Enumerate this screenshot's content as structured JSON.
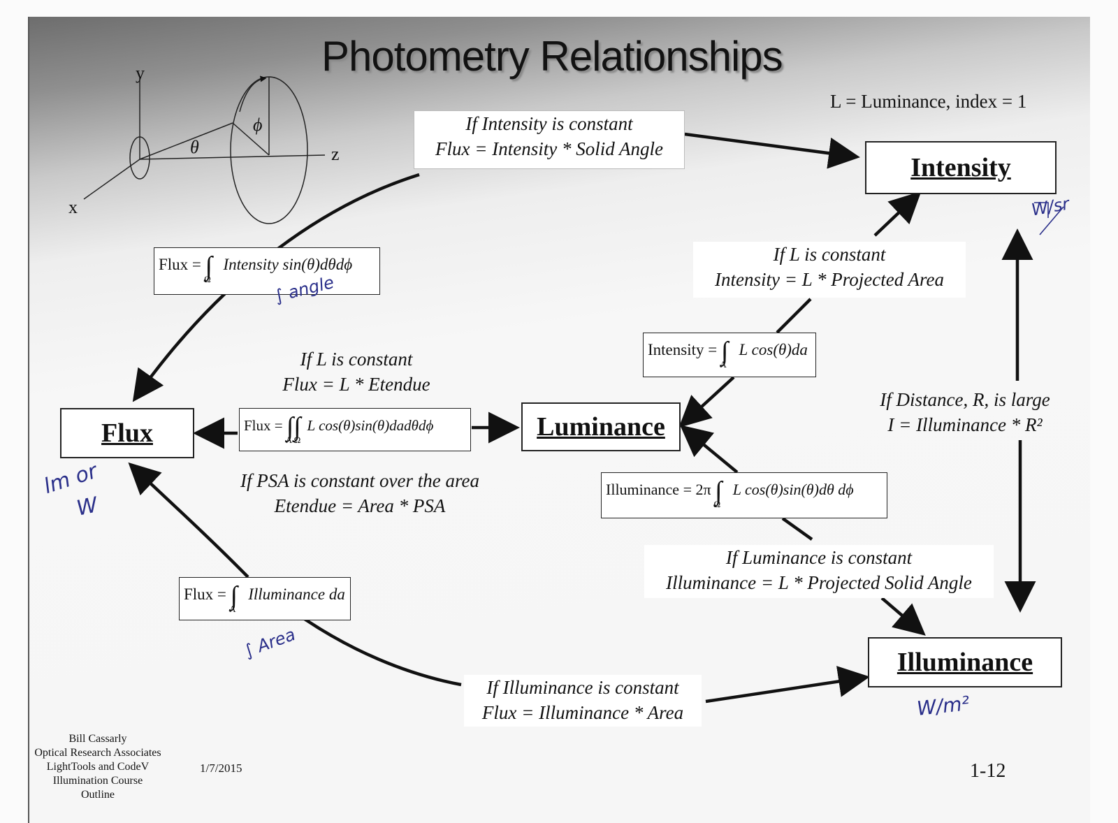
{
  "title": "Photometry Relationships",
  "legend": "L = Luminance, index = 1",
  "nodes": {
    "intensity": "Intensity",
    "flux": "Flux",
    "luminance": "Luminance",
    "illuminance": "Illuminance"
  },
  "notes": {
    "intensity_constant": [
      "If Intensity is constant",
      "Flux = Intensity * Solid Angle"
    ],
    "l_constant_intensity": [
      "If L is constant",
      "Intensity = L * Projected Area"
    ],
    "l_constant_flux": [
      "If L is constant",
      "Flux = L * Etendue"
    ],
    "psa_constant": [
      "If PSA is constant over the area",
      "Etendue = Area * PSA"
    ],
    "distance_large": [
      "If Distance, R, is large",
      "I = Illuminance * R²"
    ],
    "luminance_constant": [
      "If Luminance is constant",
      "Illuminance = L * Projected Solid Angle"
    ],
    "illuminance_constant": [
      "If Illuminance is constant",
      "Flux = Illuminance * Area"
    ]
  },
  "equations": {
    "flux_intensity": {
      "lhs": "Flux =",
      "body": "Intensity sin(θ)dθdϕ",
      "sub": "Ω"
    },
    "intensity_l": {
      "lhs": "Intensity =",
      "body": "L cos(θ)da",
      "sub": "A"
    },
    "flux_l": {
      "lhs": "Flux =",
      "body": "L cos(θ)sin(θ)dadθdϕ",
      "sub": "A Ω"
    },
    "illuminance_l": {
      "lhs": "Illuminance = 2π",
      "body": "L cos(θ)sin(θ)dθ  dϕ",
      "sub": "Ω"
    },
    "flux_illuminance": {
      "lhs": "Flux =",
      "body": "Illuminance da",
      "sub": "A"
    }
  },
  "axes": {
    "y": "y",
    "x": "x",
    "z": "z",
    "theta": "θ",
    "phi": "ϕ"
  },
  "handwriting": {
    "flux_units": [
      "lm or",
      "W"
    ],
    "intensity_units": "W/sr",
    "illuminance_units": "W/m²",
    "angle_note": "∫ angle",
    "area_note": "∫ Area"
  },
  "footer": {
    "author": [
      "Bill Cassarly",
      "Optical Research Associates",
      "LightTools and CodeV",
      "Illumination Course",
      "Outline"
    ],
    "date": "1/7/2015",
    "page": "1-12"
  },
  "colors": {
    "ink": "#111111",
    "handwriting": "#2a2f8a",
    "slide_top": "#6d6d6d"
  }
}
